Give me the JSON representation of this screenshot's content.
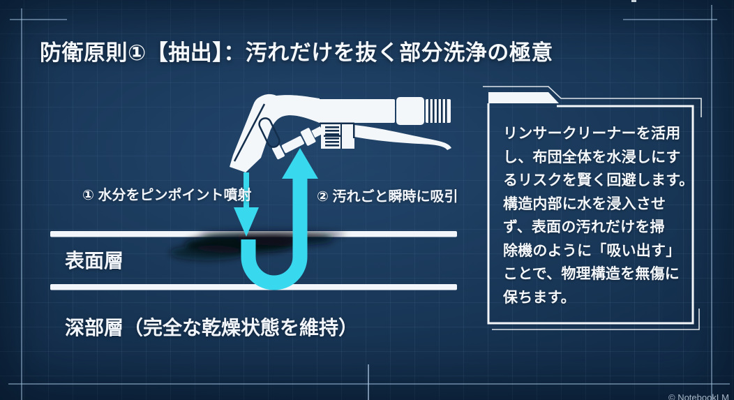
{
  "title": "防衛原則①【抽出】：汚れだけを抜く部分洗浄の極意",
  "diagram": {
    "step1_label": "① 水分をピンポイント噴射",
    "step2_label": "② 汚れごと瞬時に吸引",
    "surface_label": "表面層",
    "deep_label": "深部層（完全な乾燥状態を維持）"
  },
  "info_box": {
    "lines": [
      "リンサークリーナーを活用",
      "し、布団全体を水浸しにす",
      "るリスクを賢く回避します。",
      "構造内部に水を浸入させ",
      "ず、表面の汚れだけを掃",
      "除機のように「吸い出す」",
      "ことで、物理構造を無傷に",
      "保ちます。"
    ]
  },
  "watermark": "© NotebookLM",
  "colors": {
    "background": "#132e4c",
    "accent_cyan": "#38d8ee",
    "illustration_white": "#f4f7fa",
    "grid_line": "#2a4a6e",
    "crosshair": "#a8c6e4"
  }
}
